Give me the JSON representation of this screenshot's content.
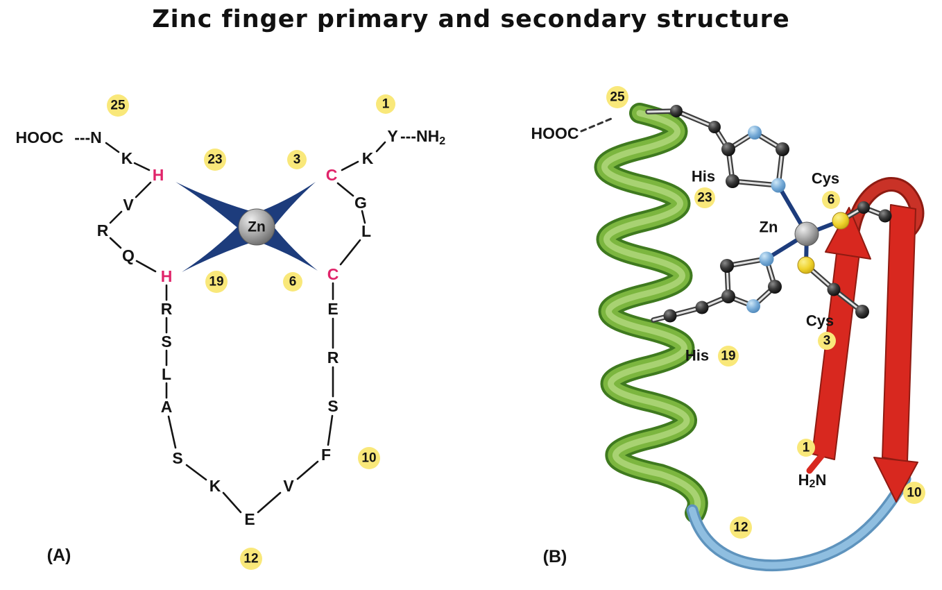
{
  "title": "Zinc finger primary and secondary structure",
  "colors": {
    "badge_yellow": "#F9E87A",
    "residue_pink": "#E0246A",
    "spike_navy": "#1D3C7C",
    "helix_green": "#7CB63F",
    "strand_red": "#D8281F",
    "loop_blue": "#8FBEE0",
    "zinc_gray": "#9A9A9A",
    "nitrogen_blue": "#74A9D6",
    "sulfur_yellow": "#EFD22C"
  },
  "panel_a": {
    "label": "(A)",
    "c_terminus": "HOOC",
    "c_link": "---N",
    "n_residue": "Y",
    "n_link": "---NH",
    "n_sub": "2",
    "zinc": "Zn",
    "left_arm": [
      "K",
      "H",
      "V",
      "R",
      "Q",
      "H",
      "R",
      "S",
      "L",
      "A",
      "S",
      "K",
      "E"
    ],
    "right_arm": [
      "K",
      "C",
      "G",
      "L",
      "C",
      "E",
      "R",
      "S",
      "F",
      "V"
    ],
    "badges": {
      "p25": "25",
      "p23": "23",
      "p19": "19",
      "p12": "12",
      "p1": "1",
      "p3": "3",
      "p6": "6",
      "p10": "10"
    }
  },
  "panel_b": {
    "label": "(B)",
    "c_terminus": "HOOC",
    "zinc": "Zn",
    "his23": {
      "name": "His",
      "num": "23"
    },
    "cys6": {
      "name": "Cys",
      "num": "6"
    },
    "cys3": {
      "name": "Cys",
      "num": "3"
    },
    "his19": {
      "name": "His",
      "num": "19"
    },
    "h2n": {
      "pre": "H",
      "sub": "2",
      "post": "N"
    },
    "badges": {
      "p25": "25",
      "p1": "1",
      "p10": "10",
      "p12": "12"
    }
  }
}
